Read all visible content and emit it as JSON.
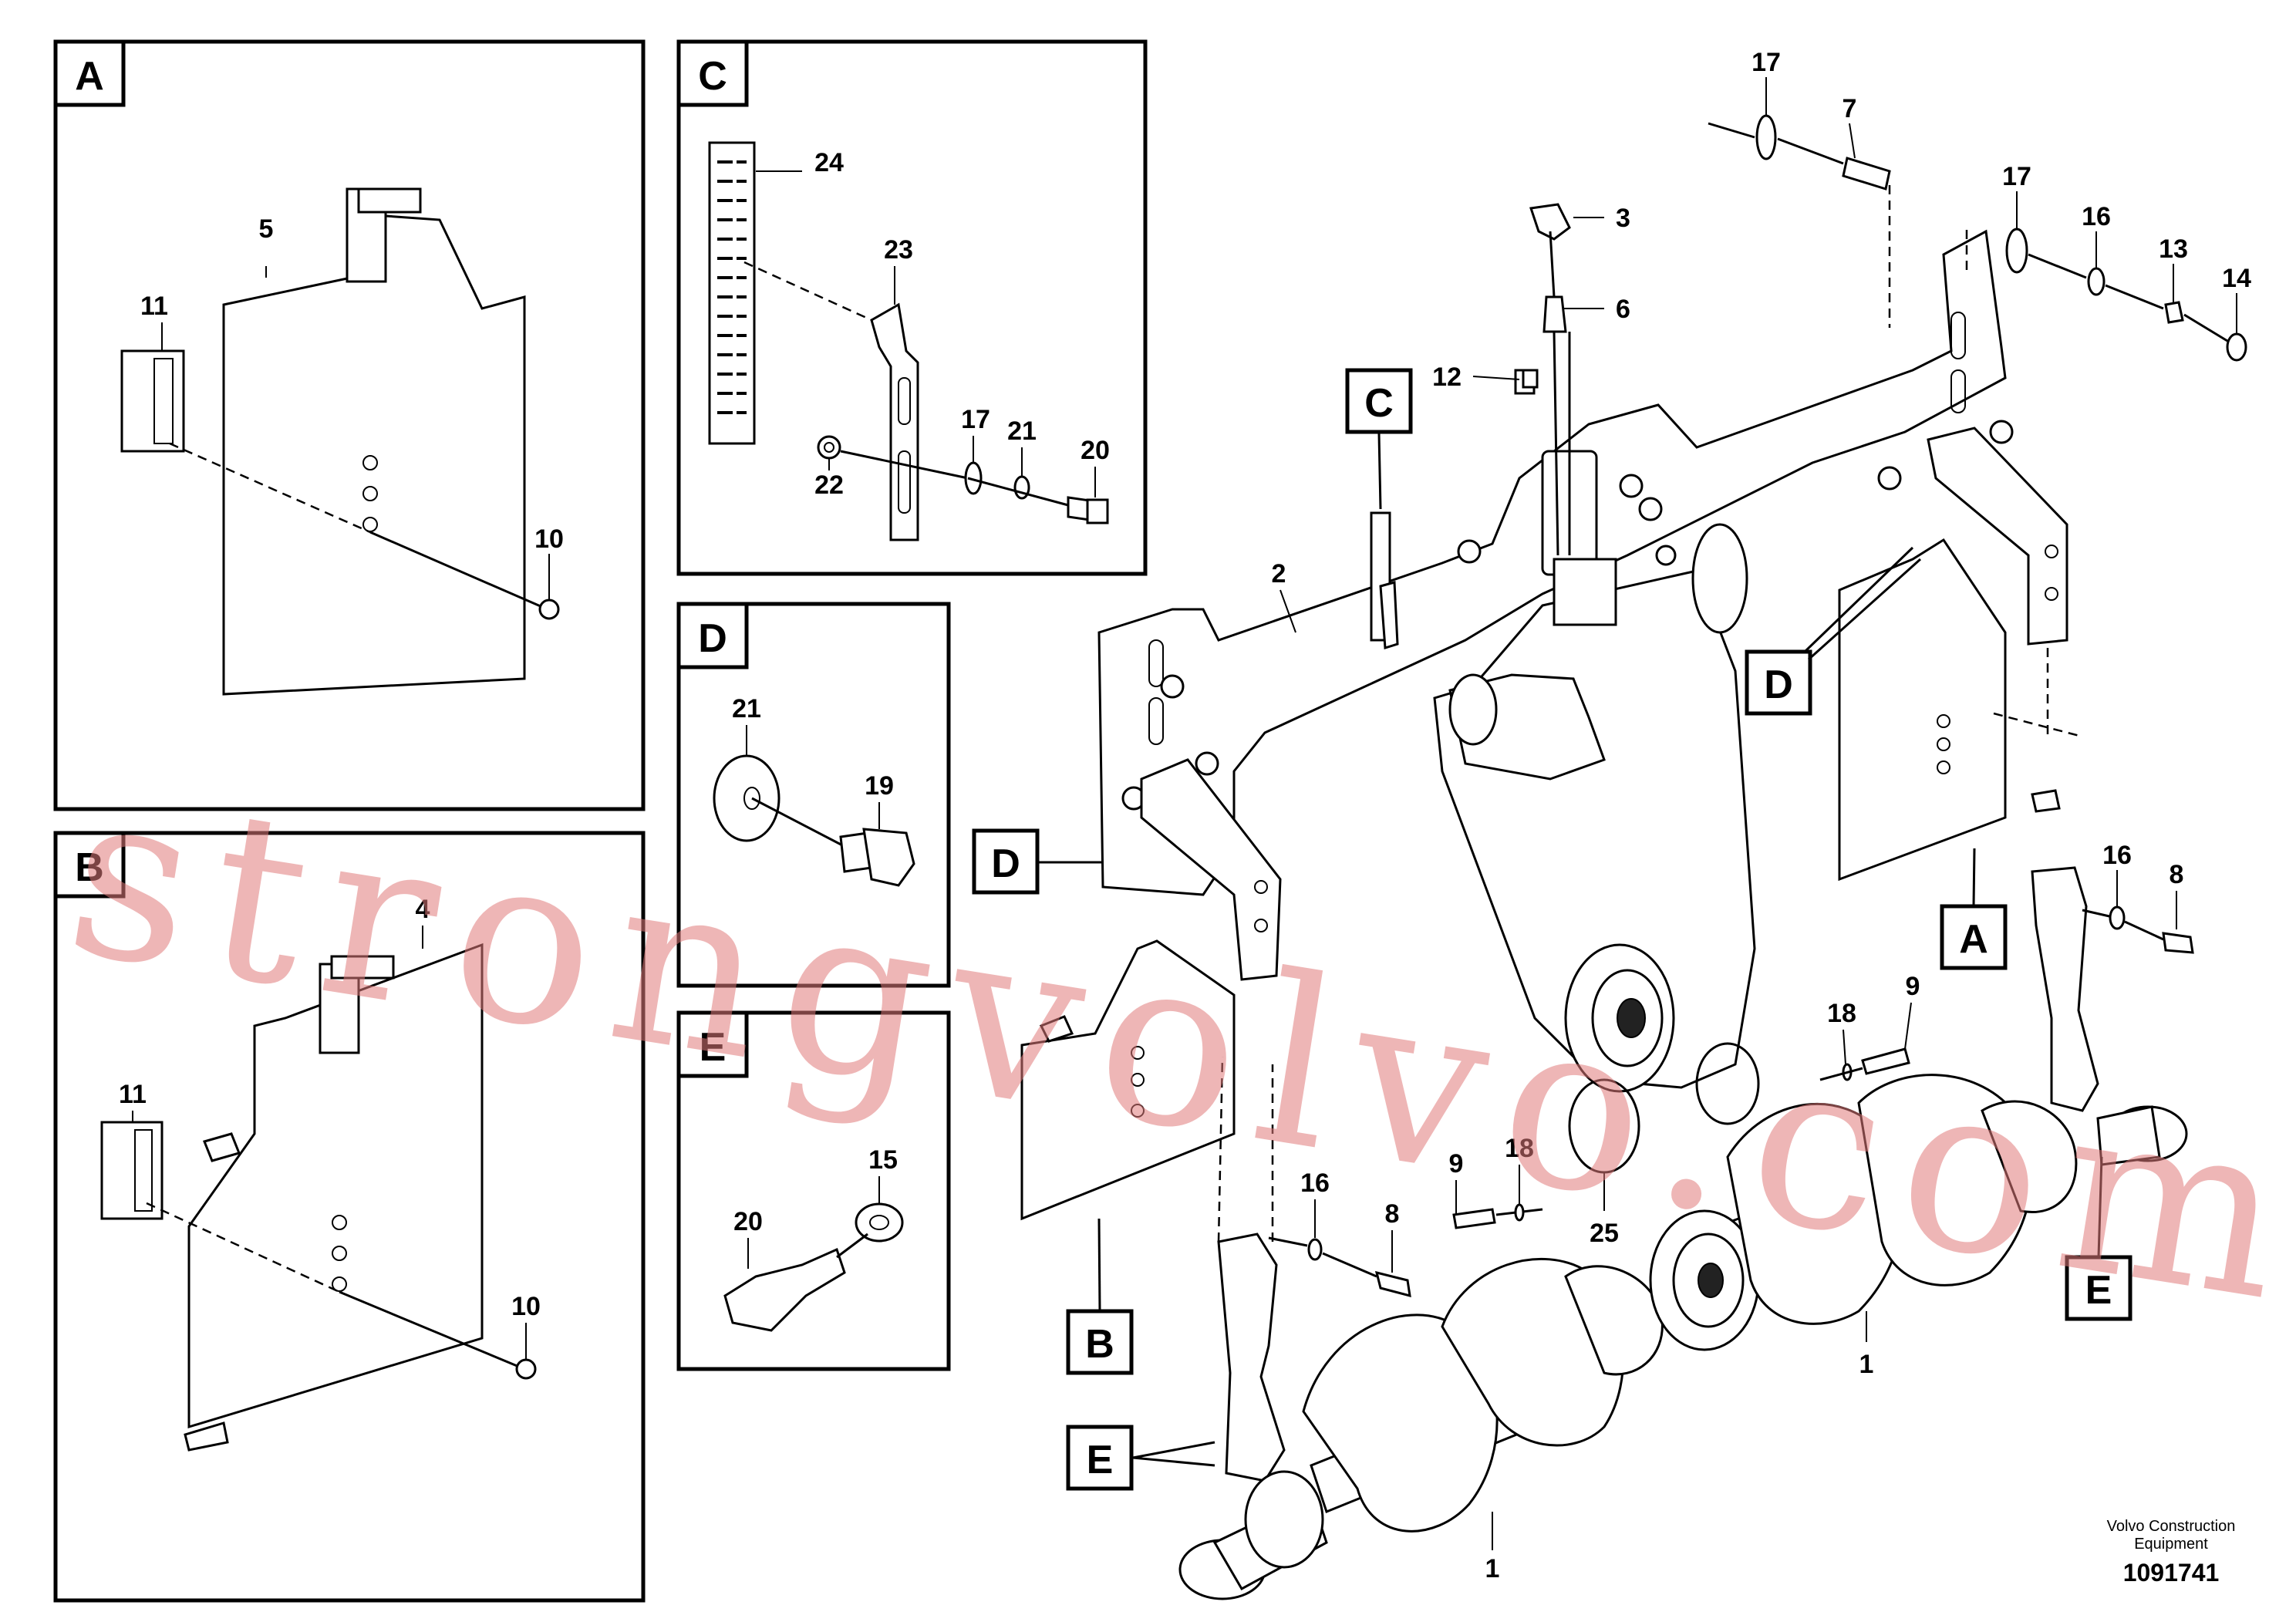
{
  "panels": [
    {
      "id": "A",
      "letter": "A",
      "callouts": [
        "5",
        "11",
        "10"
      ]
    },
    {
      "id": "B",
      "letter": "B",
      "callouts": [
        "4",
        "11",
        "10"
      ]
    },
    {
      "id": "C",
      "letter": "C",
      "callouts": [
        "24",
        "23",
        "17",
        "21",
        "20",
        "22"
      ]
    },
    {
      "id": "D",
      "letter": "D",
      "callouts": [
        "21",
        "19"
      ]
    },
    {
      "id": "E",
      "letter": "E",
      "callouts": [
        "15",
        "20"
      ]
    }
  ],
  "main_callouts": {
    "n17a": "17",
    "n7": "7",
    "n3": "3",
    "n6": "6",
    "n17b": "17",
    "n16a": "16",
    "n13": "13",
    "n14": "14",
    "n12": "12",
    "n2": "2",
    "n16b": "16",
    "n8a": "8",
    "n18a": "18",
    "n9a": "9",
    "n9b": "9",
    "n18b": "18",
    "n16c": "16",
    "n8b": "8",
    "n25": "25",
    "n1a": "1",
    "n1b": "1"
  },
  "main_tags": {
    "C": "C",
    "D1": "D",
    "D2": "D",
    "A": "A",
    "B": "B",
    "E1": "E",
    "E2": "E"
  },
  "footer": {
    "brand_line1": "Volvo Construction",
    "brand_line2": "Equipment",
    "drawing_number": "1091741"
  },
  "watermark": "strongvolvo.com"
}
